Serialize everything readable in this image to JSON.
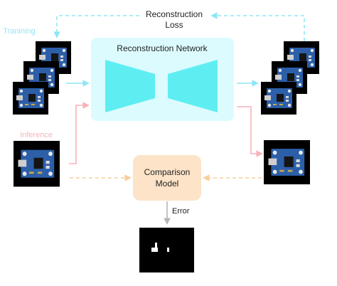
{
  "title": {
    "line1": "Reconstruction",
    "line2": "Loss"
  },
  "labels": {
    "training": "Tranining",
    "inference": "Inference",
    "network": "Reconstruction Network",
    "comparison_line1": "Comparison",
    "comparison_line2": "Model",
    "error": "Error"
  },
  "colors": {
    "training": "#8ee6f5",
    "inference": "#f7b3b8",
    "comparison_flow": "#f9cd9b",
    "network_bg": "#dcfbff",
    "network_shape": "#5eeef2",
    "comparison_box": "#fde3c8",
    "arrow_gray": "#b4b4b4",
    "image_bg": "#000000",
    "pcb": "#2c5fa8"
  },
  "icons": {
    "pcb_image": "pcb-image-icon",
    "error_mask": "error-mask-icon"
  }
}
